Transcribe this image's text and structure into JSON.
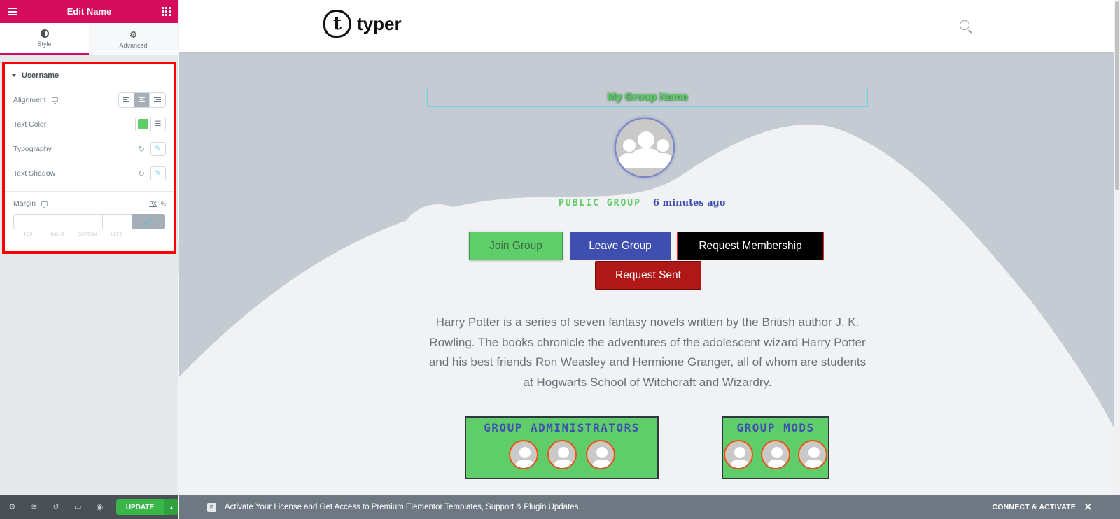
{
  "panel": {
    "title": "Edit Name",
    "tabs": [
      {
        "label": "Style",
        "icon": "half-circle-icon",
        "active": true
      },
      {
        "label": "Advanced",
        "icon": "gear-icon",
        "active": false
      }
    ],
    "section": {
      "title": "Username",
      "controls": {
        "alignment": "Alignment",
        "text_color": "Text Color",
        "typography": "Typography",
        "text_shadow": "Text Shadow",
        "margin": "Margin"
      },
      "units": [
        "PX",
        "%"
      ],
      "dimension_labels": [
        "TOP",
        "RIGHT",
        "BOTTOM",
        "LEFT"
      ],
      "text_color_value": "#5fcd6a"
    },
    "footer": {
      "update_label": "UPDATE"
    }
  },
  "site": {
    "logo_text": "typer",
    "logo_mark": "t"
  },
  "group": {
    "name": "My Group Name",
    "type": "PUBLIC GROUP",
    "time": "6 minutes ago",
    "buttons": {
      "join": "Join Group",
      "leave": "Leave Group",
      "request": "Request Membership",
      "sent": "Request Sent"
    },
    "description": "Harry Potter is a series of seven fantasy novels written by the British author J. K. Rowling. The books chronicle the adventures of the adolescent wizard Harry Potter and his best friends Ron Weasley and Hermione Granger, all of whom are students at Hogwarts School of Witchcraft and Wizardry.",
    "admins_title": "GROUP ADMINISTRATORS",
    "mods_title": "GROUP MODS"
  },
  "notice": {
    "text": "Activate Your License and Get Access to Premium Elementor Templates, Support & Plugin Updates.",
    "connect": "CONNECT & ACTIVATE",
    "close": "✕"
  },
  "colors": {
    "brand": "#d30c5c",
    "green": "#5fcd6a",
    "blue": "#3f4fb0",
    "red": "#b01717",
    "highlight": "#ff0000"
  }
}
